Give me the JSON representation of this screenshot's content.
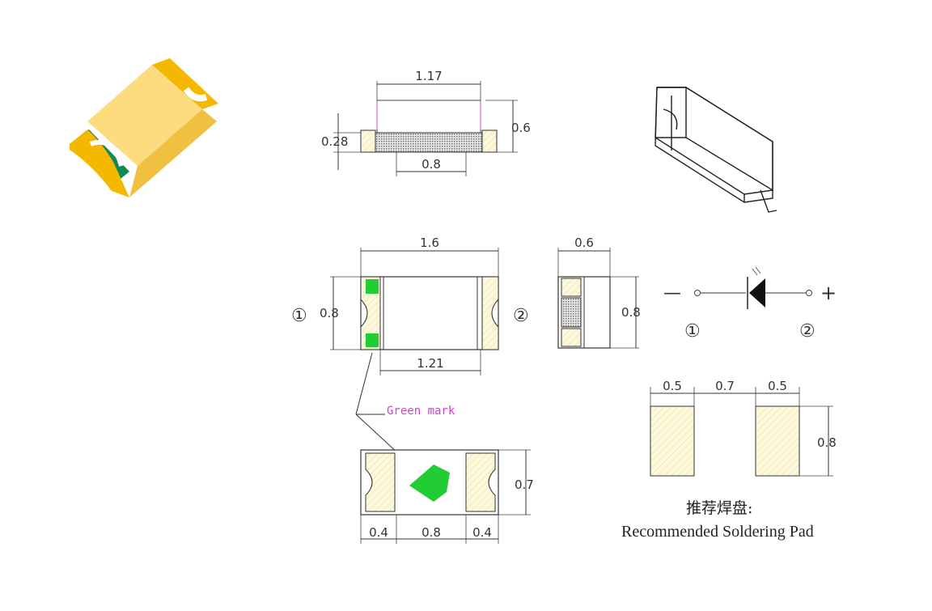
{
  "colors": {
    "pad": "#fdf8dc",
    "pad_hatch": "#e8dfa0",
    "mark_green": "#22cc33",
    "iso_pad": "#f5b800",
    "iso_body": "#fddc80",
    "iso_base_green": "#0e8a55",
    "resin": "#bbbbbb"
  },
  "top_view": {
    "dim_width": "1.17",
    "dim_height": "0.6",
    "dim_base": "0.28",
    "dim_bottom": "0.8"
  },
  "front_view": {
    "dim_length": "1.6",
    "dim_width": "0.8",
    "dim_inner": "1.21",
    "pin1": "①",
    "pin2": "②"
  },
  "side_view": {
    "dim_width": "0.6",
    "dim_height": "0.8"
  },
  "symbol": {
    "minus": "—",
    "plus": "+",
    "pin1": "①",
    "pin2": "②"
  },
  "green_mark_label": "Green mark",
  "bottom_view": {
    "dim_height": "0.7",
    "dim_left": "0.4",
    "dim_mid": "0.8",
    "dim_right": "0.4"
  },
  "soldering_pad": {
    "dim_left": "0.5",
    "dim_gap": "0.7",
    "dim_right": "0.5",
    "dim_height": "0.8",
    "caption_cn": "推荐焊盘:",
    "caption_en": "Recommended Soldering Pad"
  }
}
